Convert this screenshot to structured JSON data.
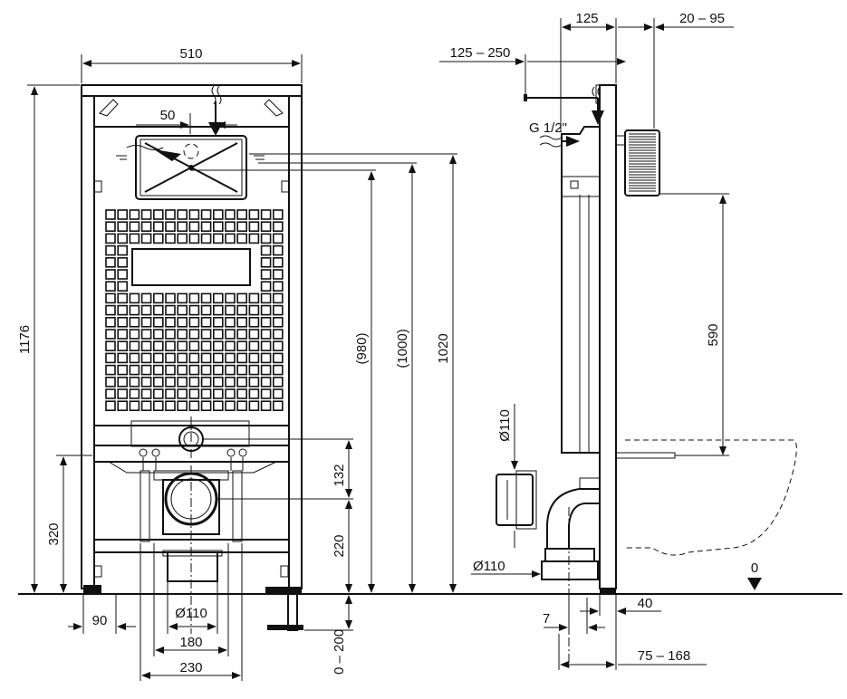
{
  "front": {
    "width": "510",
    "flush_offset": "50",
    "total_height": "1176",
    "dim_980": "(980)",
    "dim_1000": "(1000)",
    "dim_1020": "1020",
    "dim_320": "320",
    "dim_132": "132",
    "dim_220": "220",
    "dim_0_200": "0 – 200",
    "dim_90": "90",
    "dim_110": "Ø110",
    "dim_180": "180",
    "dim_230": "230"
  },
  "side": {
    "dim_125": "125",
    "dim_20_95": "20 – 95",
    "dim_125_250": "125 – 250",
    "water_inlet": "G 1/2\"",
    "dim_590": "590",
    "pipe_110_upper": "Ø110",
    "pipe_110_lower": "Ø110",
    "floor_zero": "0",
    "dim_7": "7",
    "dim_40": "40",
    "dim_75_168": "75 – 168"
  }
}
